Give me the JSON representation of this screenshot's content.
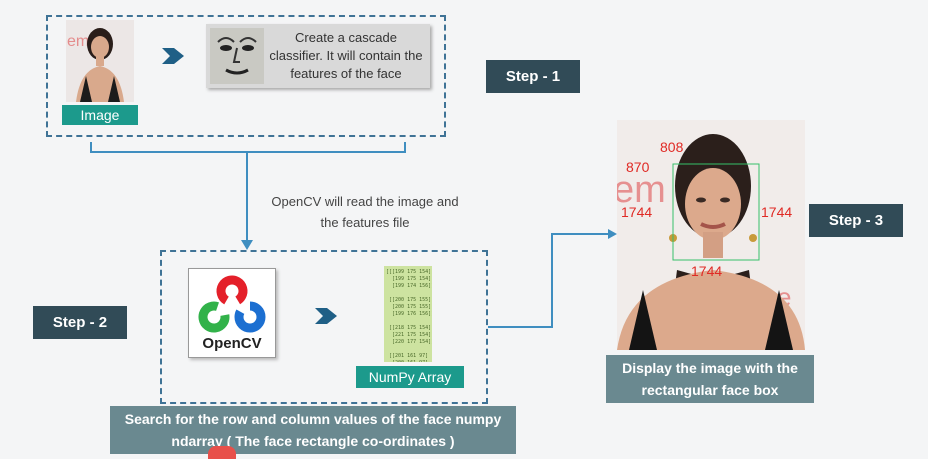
{
  "step1": {
    "image_label": "Image",
    "cascade_text": "Create a cascade classifier. It will contain the features of the face",
    "step_label": "Step - 1"
  },
  "connector": {
    "read_text": "OpenCV will read the image and the features file"
  },
  "step2": {
    "step_label": "Step - 2",
    "opencv_logo_text": "OpenCV",
    "numpy_label": "NumPy Array",
    "search_text": "Search for the row and column values of the face numpy ndarray ( The face rectangle co-ordinates )"
  },
  "step3": {
    "step_label": "Step - 3",
    "display_text": "Display the image with the rectangular face box",
    "coords": [
      "808",
      "870",
      "1744",
      "1744",
      "1744"
    ]
  },
  "colors": {
    "teal": "#1c9a8c",
    "dark": "#314b57",
    "dashed_border": "#3f7396",
    "coord_red": "#e02a25"
  }
}
